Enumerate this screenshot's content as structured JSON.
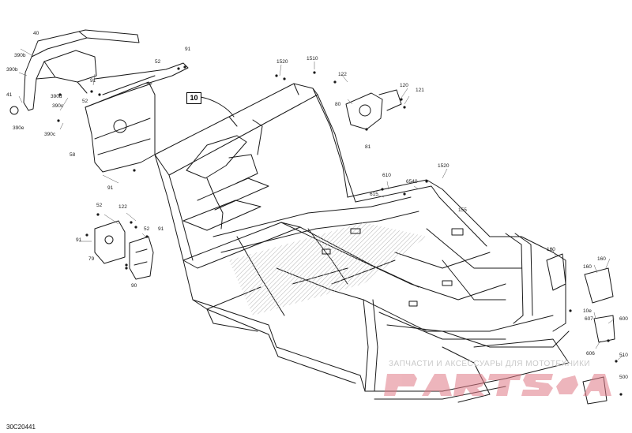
{
  "diagram": {
    "code": "30C20441",
    "callout": "10",
    "watermark_text": "ЗАПЧАСТИ И АКСЕССУАРЫ ДЛЯ МОТОТЕХНИКИ",
    "watermark_logo": "parts-logo",
    "colors": {
      "line": "#1a1a1a",
      "hatch": "#b5b5b5",
      "watermark": "#e07a86"
    },
    "parts": {
      "p40": "40",
      "p390b": "390b",
      "p41": "41",
      "p390e": "390e",
      "p390d": "390d",
      "p390c": "390c",
      "p390c2": "390c",
      "p52a": "52",
      "p91a": "91",
      "p91b": "91",
      "p52b": "52",
      "p58": "58",
      "p91c": "91",
      "p1520a": "1520",
      "p1510": "1510",
      "p122a": "122",
      "p120": "120",
      "p121": "121",
      "p80": "80",
      "p81": "81",
      "p52c": "52",
      "p122b": "122",
      "p52d": "52",
      "p91d": "91",
      "p91e": "91",
      "p79": "79",
      "p90": "90",
      "p610": "610",
      "p1520b": "1520",
      "p615": "615",
      "p6540": "6540",
      "p155": "155",
      "p160a": "160",
      "p160b": "160",
      "p160c": "160",
      "p10e": "10e",
      "p607": "607",
      "p600": "600",
      "p606": "606",
      "p510": "510",
      "p500": "500"
    }
  }
}
